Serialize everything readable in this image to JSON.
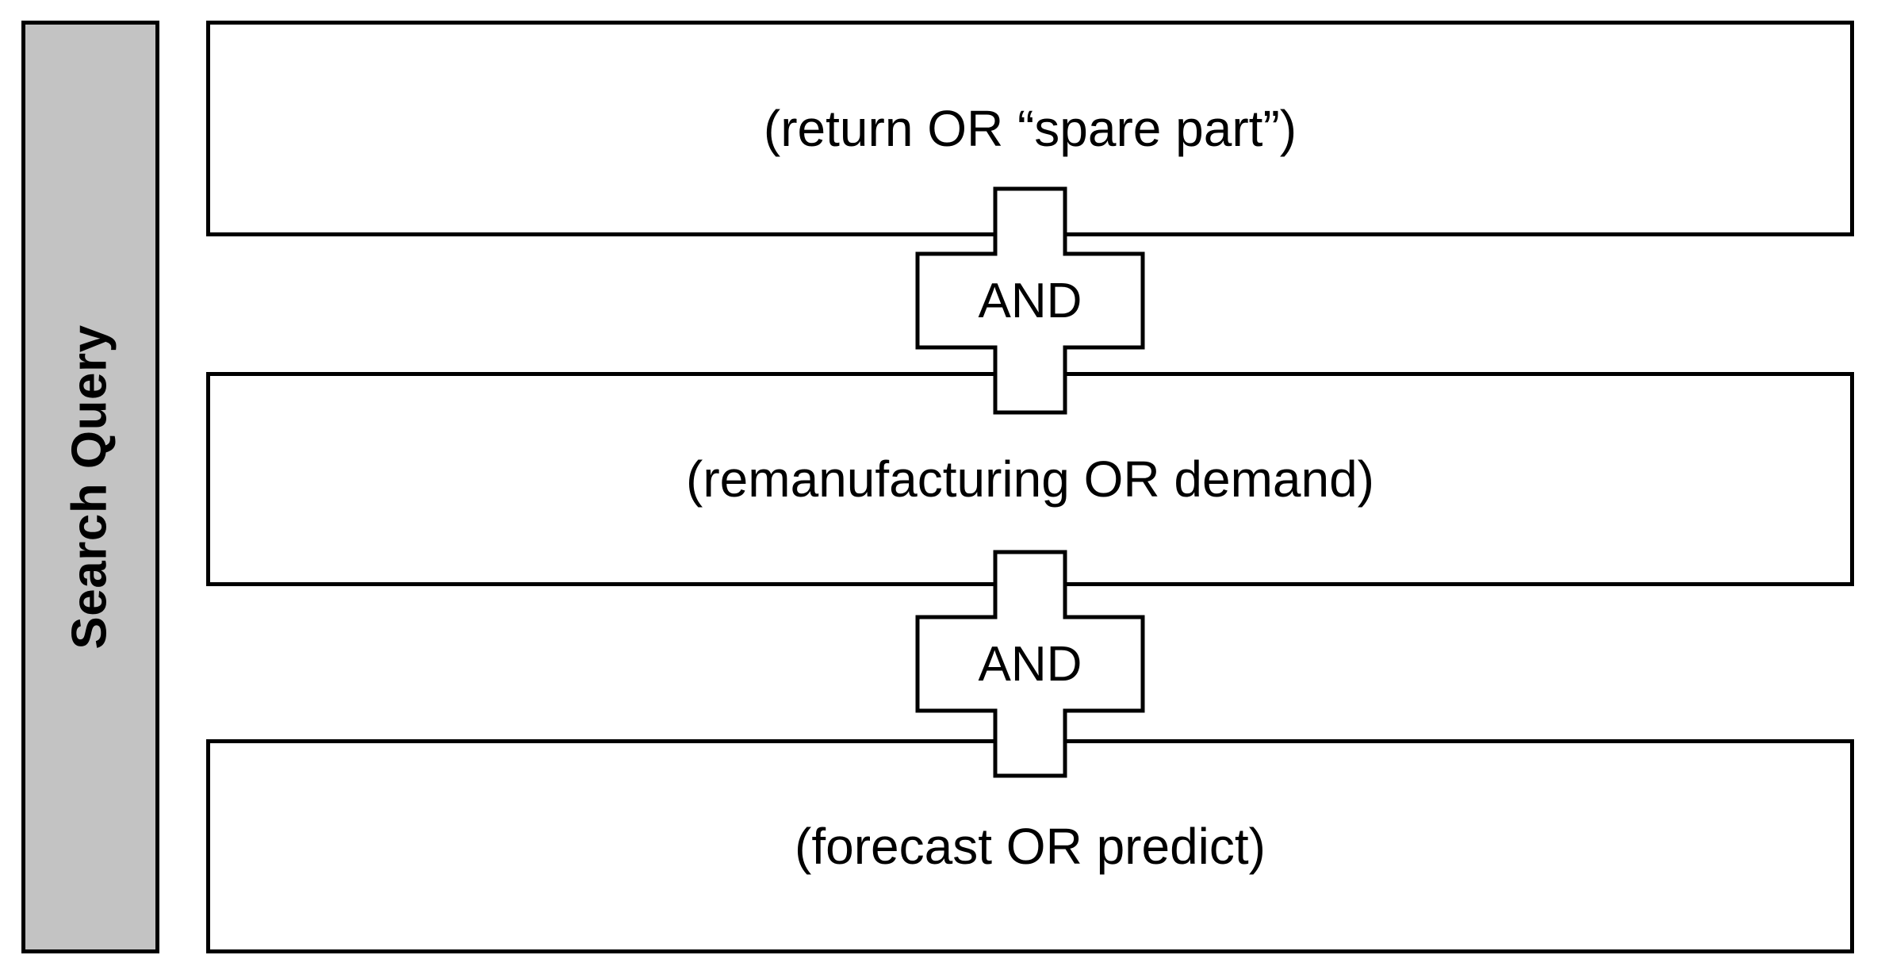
{
  "diagram": {
    "type": "boolean-search-query-structure",
    "sidebar": {
      "label": "Search Query",
      "fill_color": "#c3c3c3",
      "border_color": "#000000",
      "text_color": "#000000",
      "orientation": "vertical-rotated-90-ccw"
    },
    "terms": [
      {
        "id": "term-1",
        "text": "(return OR “spare part”)"
      },
      {
        "id": "term-2",
        "text": "(remanufacturing OR demand)"
      },
      {
        "id": "term-3",
        "text": "(forecast OR predict)"
      }
    ],
    "operators": [
      {
        "id": "operator-1",
        "label": "AND",
        "shape": "plus-cross",
        "between": [
          "term-1",
          "term-2"
        ]
      },
      {
        "id": "operator-2",
        "label": "AND",
        "shape": "plus-cross",
        "between": [
          "term-2",
          "term-3"
        ]
      }
    ],
    "colors": {
      "background": "#ffffff",
      "box_fill": "#ffffff",
      "stroke": "#000000",
      "sidebar_fill": "#c3c3c3"
    }
  }
}
